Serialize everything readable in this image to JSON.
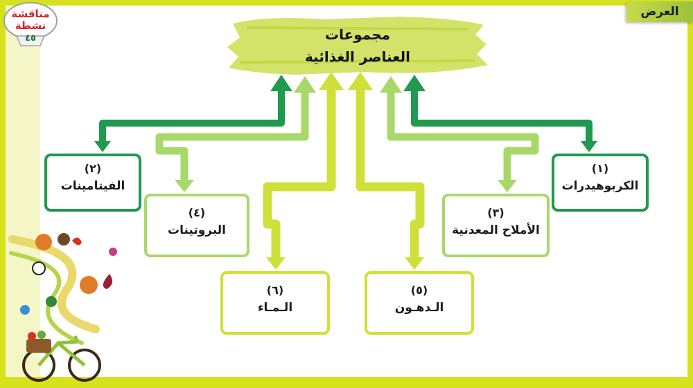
{
  "badge": {
    "line1": "مناقشة",
    "line2": "نشطة",
    "number": "٤٥"
  },
  "section_tag": "العرض",
  "title": {
    "line1": "مجموعات",
    "line2": "العناصر الغذائية"
  },
  "groups": [
    {
      "num": "(١)",
      "label": "الكربوهيدرات"
    },
    {
      "num": "(٢)",
      "label": "الفيتامينات"
    },
    {
      "num": "(٣)",
      "label": "الأملاح المعدنية"
    },
    {
      "num": "(٤)",
      "label": "البروتينات"
    },
    {
      "num": "(٥)",
      "label": "الـدهـون"
    },
    {
      "num": "(٦)",
      "label": "الـمـاء"
    }
  ],
  "colors": {
    "frame": "#d6e21c",
    "dark_green": "#1f9a4e",
    "light_green": "#a9d86a",
    "lime": "#cfe03a",
    "badge_red": "#d2232a"
  }
}
